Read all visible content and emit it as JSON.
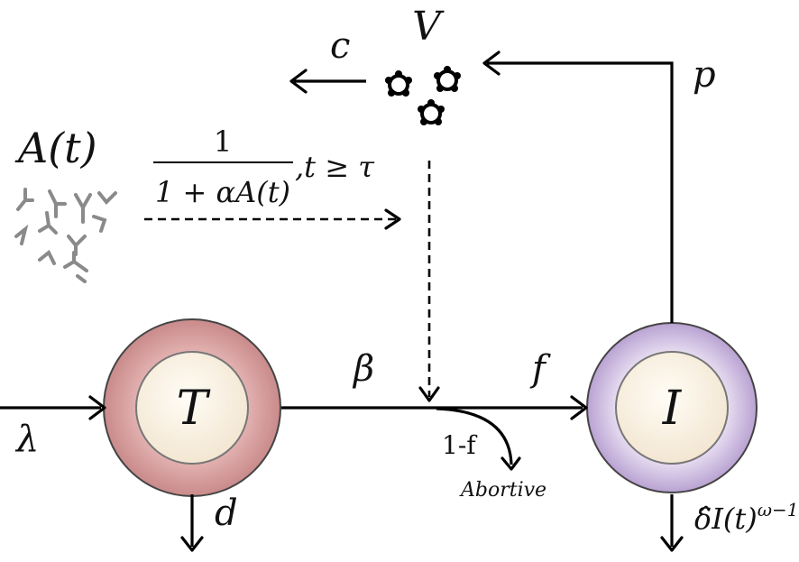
{
  "nodes": {
    "T": {
      "label": "T"
    },
    "I": {
      "label": "I"
    },
    "V": {
      "label": "V"
    },
    "A": {
      "label": "A(t)"
    }
  },
  "rates": {
    "lambda": "λ",
    "d": "d",
    "beta": "β",
    "f": "f",
    "one_minus_f": "1-f",
    "abortive": "Abortive",
    "c": "c",
    "p": "p",
    "delta_hat": "δ̂",
    "delta_body": "I(t)",
    "delta_exp": "ω−1"
  },
  "inhibition": {
    "numerator": "1",
    "denominator": "1 + αA(t)",
    "condition": ",t ≥ τ"
  }
}
